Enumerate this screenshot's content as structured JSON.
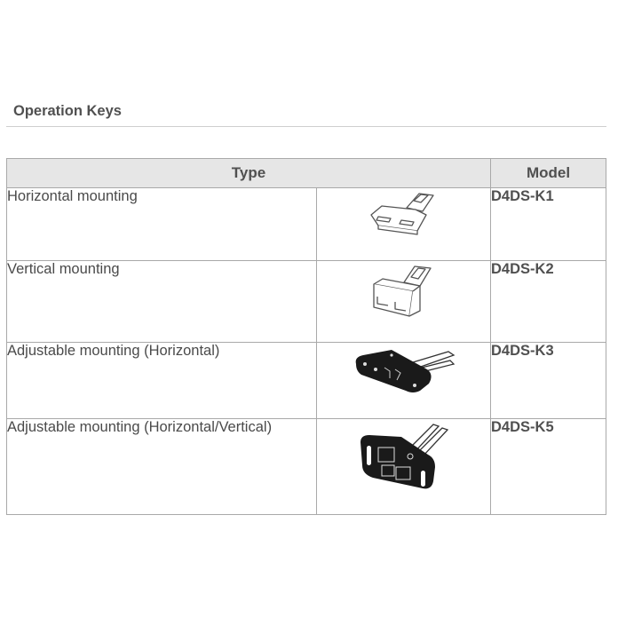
{
  "section": {
    "title": "Operation Keys"
  },
  "table": {
    "headers": {
      "type": "Type",
      "model": "Model"
    },
    "rows": [
      {
        "type": "Horizontal mounting",
        "image": "horizontal-key-icon",
        "model": "D4DS-K1"
      },
      {
        "type": "Vertical mounting",
        "image": "vertical-key-icon",
        "model": "D4DS-K2"
      },
      {
        "type": "Adjustable mounting (Horizontal)",
        "image": "adjustable-horizontal-key-icon",
        "model": "D4DS-K3"
      },
      {
        "type": "Adjustable mounting (Horizontal/Vertical)",
        "image": "adjustable-hv-key-icon",
        "model": "D4DS-K5"
      }
    ]
  }
}
